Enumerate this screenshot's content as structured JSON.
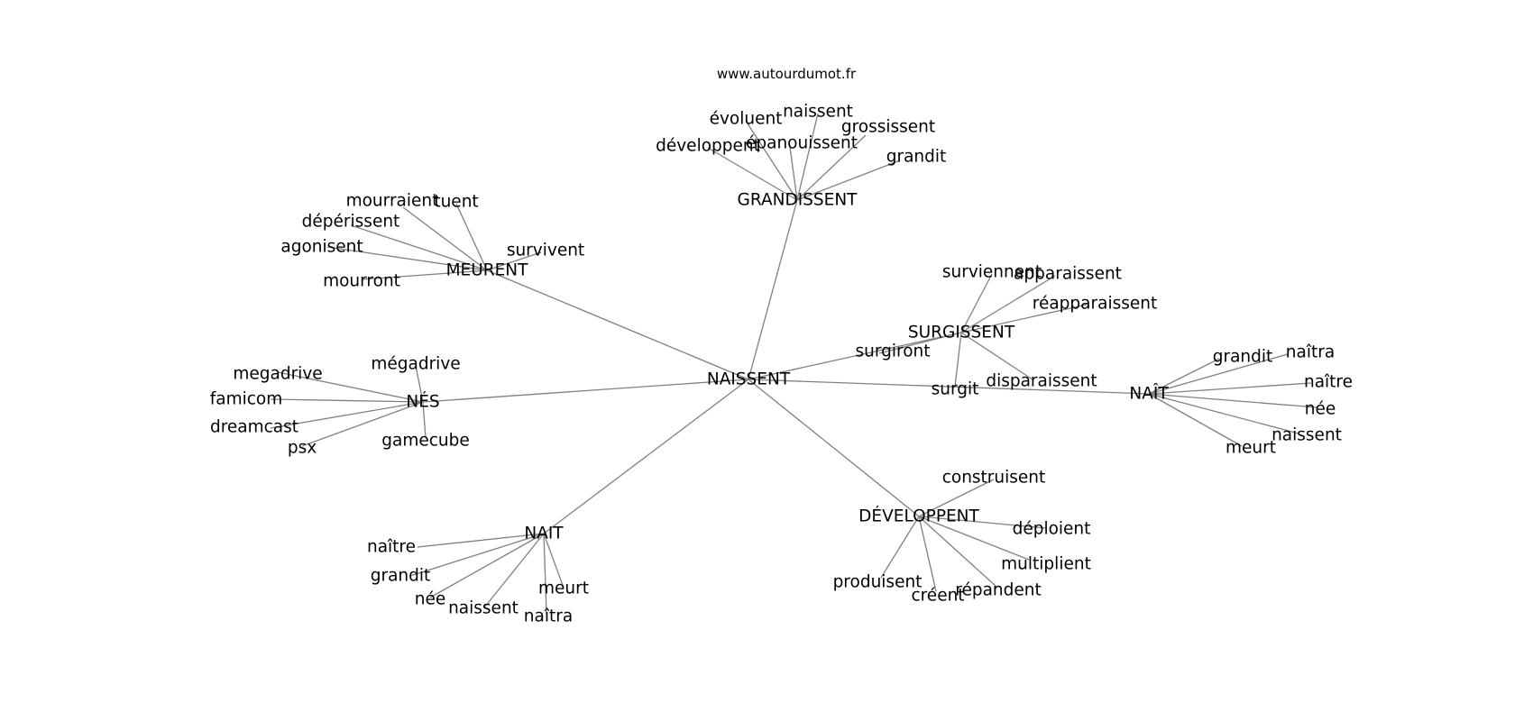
{
  "watermark": "www.autourdumot.fr",
  "colors": {
    "edge": "#808080",
    "text": "#000000",
    "background": "#ffffff"
  },
  "graph": {
    "center": "NAISSENT",
    "hubs": [
      {
        "id": "nes",
        "label": "NÉS",
        "leaves": [
          "megadrive",
          "mégadrive",
          "famicom",
          "dreamcast",
          "psx",
          "gamecube"
        ]
      },
      {
        "id": "meurent",
        "label": "MEURENT",
        "leaves": [
          "mourraient",
          "tuent",
          "dépérissent",
          "agonisent",
          "survivent",
          "mourront"
        ]
      },
      {
        "id": "grandissent",
        "label": "GRANDISSENT",
        "leaves": [
          "évoluent",
          "naissent",
          "grossissent",
          "développent",
          "épanouissent",
          "grandit"
        ]
      },
      {
        "id": "surgissent",
        "label": "SURGISSENT",
        "leaves": [
          "surviennent",
          "apparaissent",
          "réapparaissent",
          "surgiront",
          "disparaissent",
          "surgit"
        ]
      },
      {
        "id": "nait_circ",
        "label": "NAÎT",
        "leaves": [
          "grandit",
          "naîtra",
          "naître",
          "née",
          "naissent",
          "meurt"
        ]
      },
      {
        "id": "developpent",
        "label": "DÉVELOPPENT",
        "leaves": [
          "construisent",
          "déploient",
          "multiplient",
          "répandent",
          "créent",
          "produisent"
        ]
      },
      {
        "id": "nait",
        "label": "NAIT",
        "leaves": [
          "naître",
          "grandit",
          "née",
          "naissent",
          "meurt",
          "naîtra"
        ]
      }
    ]
  }
}
